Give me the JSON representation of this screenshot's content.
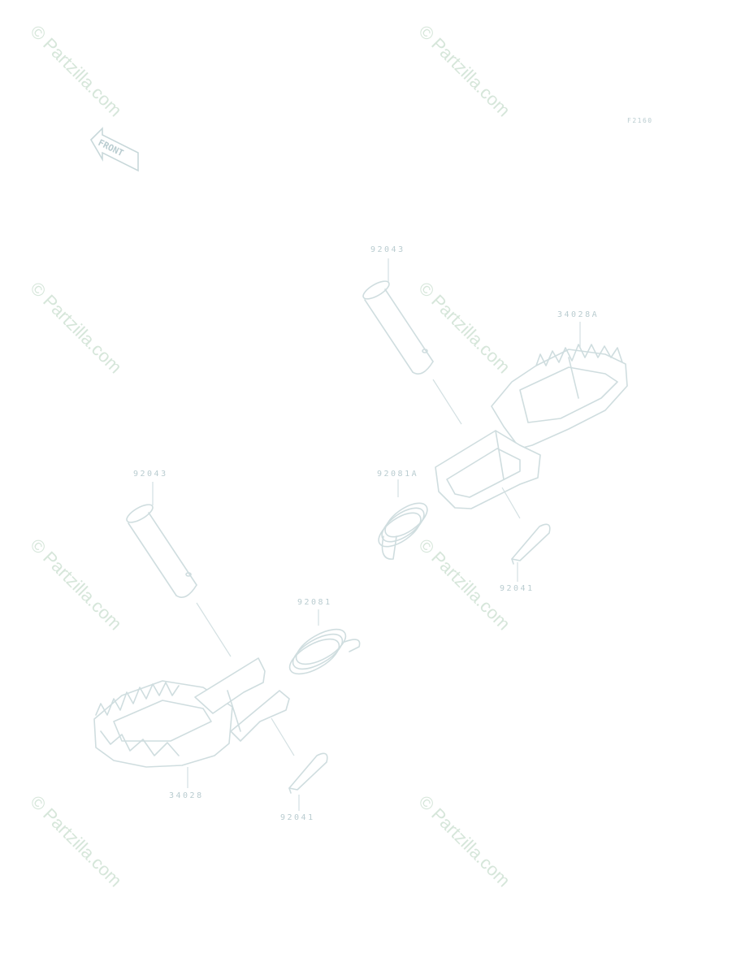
{
  "figure_code": "F2160",
  "front_arrow_text": "FRONT",
  "watermark_text": "© Partzilla.com",
  "parts": {
    "pin_upper": "92043",
    "footpeg_right": "34028A",
    "spring_right": "92081A",
    "cotter_right": "92041",
    "pin_lower": "92043",
    "spring_left": "92081",
    "footpeg_left": "34028",
    "cotter_left": "92041"
  }
}
